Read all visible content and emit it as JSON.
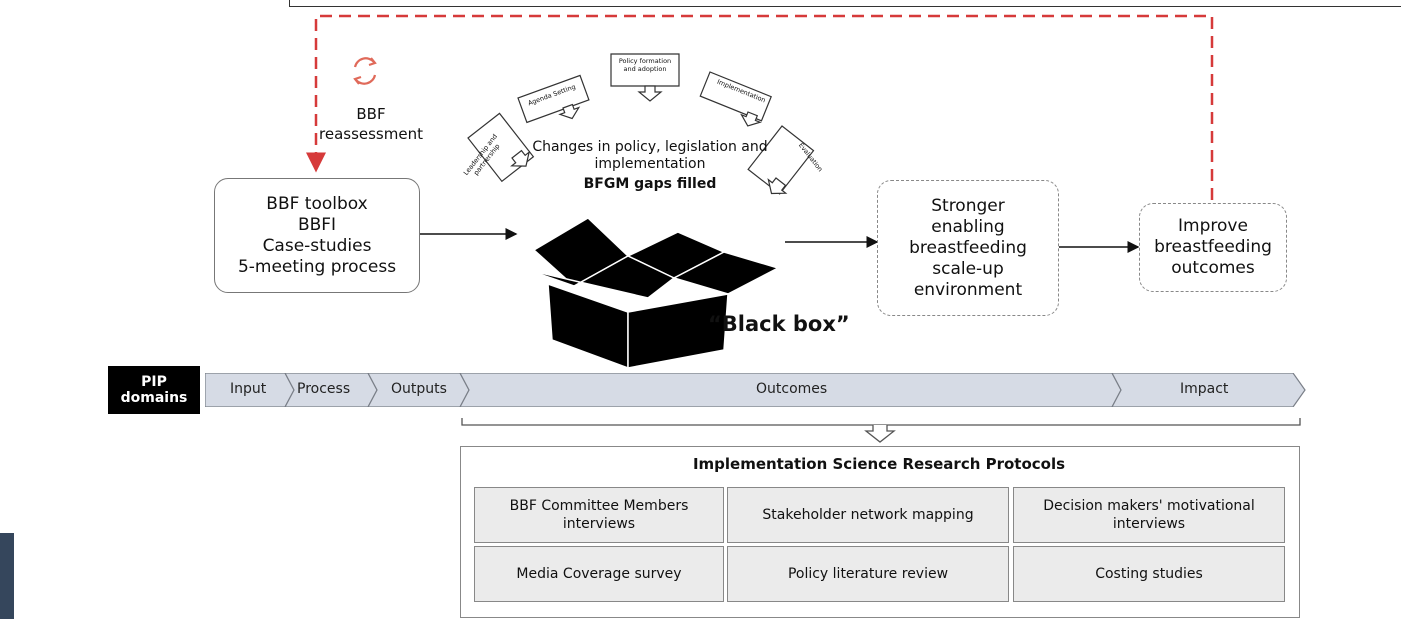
{
  "reassessment": {
    "label": "BBF\nreassessment"
  },
  "inputs_box": {
    "text": "BBF toolbox\nBBFI\nCase-studies\n5-meeting process"
  },
  "stages": [
    {
      "label": "Leadership and\npartnership"
    },
    {
      "label": "Agenda Setting"
    },
    {
      "label": "Policy formation\nand adoption"
    },
    {
      "label": "Implementation"
    },
    {
      "label": "Evaluation"
    }
  ],
  "changes_text": "Changes in policy, legislation and\nimplementation",
  "gaps_text": "BFGM gaps filled",
  "black_box_label": "“Black box”",
  "environment_box": {
    "text": "Stronger\nenabling\nbreastfeeding\nscale-up\nenvironment"
  },
  "outcomes_box": {
    "text": "Improve\nbreastfeeding\noutcomes"
  },
  "pip": {
    "label": "PIP\ndomains",
    "domains": [
      "Input",
      "Process",
      "Outputs",
      "Outcomes",
      "Impact"
    ]
  },
  "protocols": {
    "title": "Implementation Science Research Protocols",
    "items": [
      "BBF Committee Members\ninterviews",
      "Stakeholder network mapping",
      "Decision makers' motivational\ninterviews",
      "Media Coverage survey",
      "Policy literature review",
      "Costing studies"
    ]
  },
  "colors": {
    "dashed_arrow": "#d63a3a",
    "reassess_icon": "#e06a5a",
    "pip_bar": "#d6dbe5",
    "dark_block": "#35465c"
  }
}
